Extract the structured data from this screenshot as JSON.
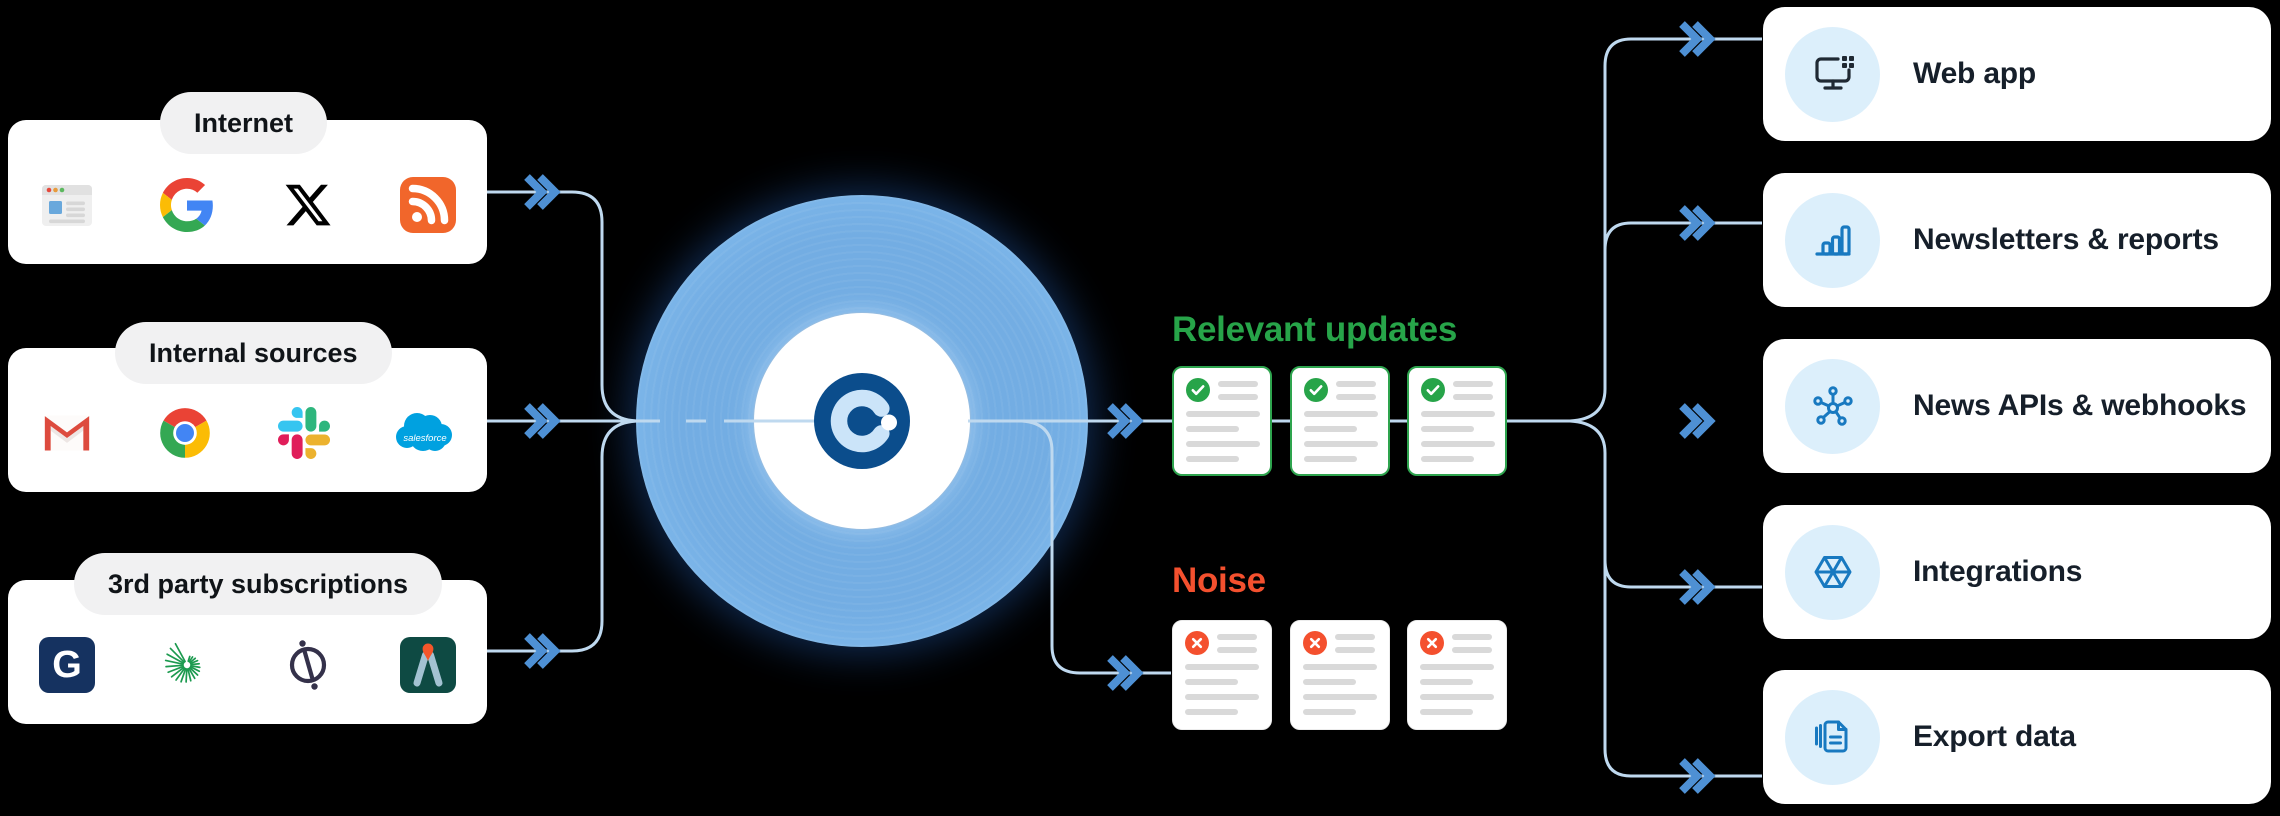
{
  "sources": {
    "groups": [
      {
        "label": "Internet",
        "icons": [
          "webpage-icon",
          "google-icon",
          "x-icon",
          "rss-icon"
        ]
      },
      {
        "label": "Internal sources",
        "icons": [
          "gmail-icon",
          "chrome-icon",
          "slack-icon",
          "salesforce-icon"
        ]
      },
      {
        "label": "3rd party subscriptions",
        "icons": [
          "gartner-icon",
          "forrester-icon",
          "compass-icon",
          "alphasense-icon"
        ]
      }
    ],
    "gartner_letter": "G",
    "salesforce_text": "salesforce"
  },
  "center": {
    "logo": "contify-c-logo",
    "letter": "C"
  },
  "classification": {
    "relevant": {
      "title": "Relevant updates",
      "color": "#27A449",
      "card_count": 3,
      "card_icon": "check-icon"
    },
    "noise": {
      "title": "Noise",
      "color": "#F4502E",
      "card_count": 3,
      "card_icon": "x-mark-icon"
    }
  },
  "outputs": [
    {
      "label": "Web app",
      "icon": "monitor-icon"
    },
    {
      "label": "Newsletters & reports",
      "icon": "bar-chart-icon"
    },
    {
      "label": "News APIs & webhooks",
      "icon": "network-hub-icon"
    },
    {
      "label": "Integrations",
      "icon": "hexagon-icon"
    },
    {
      "label": "Export data",
      "icon": "export-document-icon"
    }
  ],
  "colors": {
    "background": "#000000",
    "wire_blue": "#BFD9EF",
    "chevron_blue": "#4E90D4",
    "relevant_green": "#27A449",
    "noise_red": "#F4502E",
    "output_icon_blue": "#1879C0",
    "output_icon_bg": "#DCEFFB",
    "hub_navy": "#0B4D8C",
    "hub_fill_blue": "#73ADE3"
  }
}
